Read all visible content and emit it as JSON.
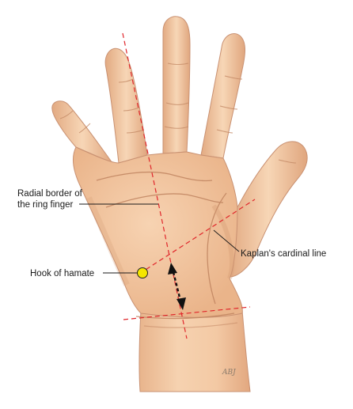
{
  "labels": {
    "radial_border_line1": "Radial border of",
    "radial_border_line2": "the ring finger",
    "hook_of_hamate": "Hook of hamate",
    "kaplans_line": "Kaplan's cardinal line"
  },
  "signature": "ABJ",
  "colors": {
    "skin": "#f2c6a0",
    "skin_shade": "#d99a72",
    "skin_line": "#b9825f",
    "guide_line": "#e0262b",
    "leader": "#1a1a1a",
    "hamate_marker": "#f5e600",
    "arrow": "#111111"
  }
}
